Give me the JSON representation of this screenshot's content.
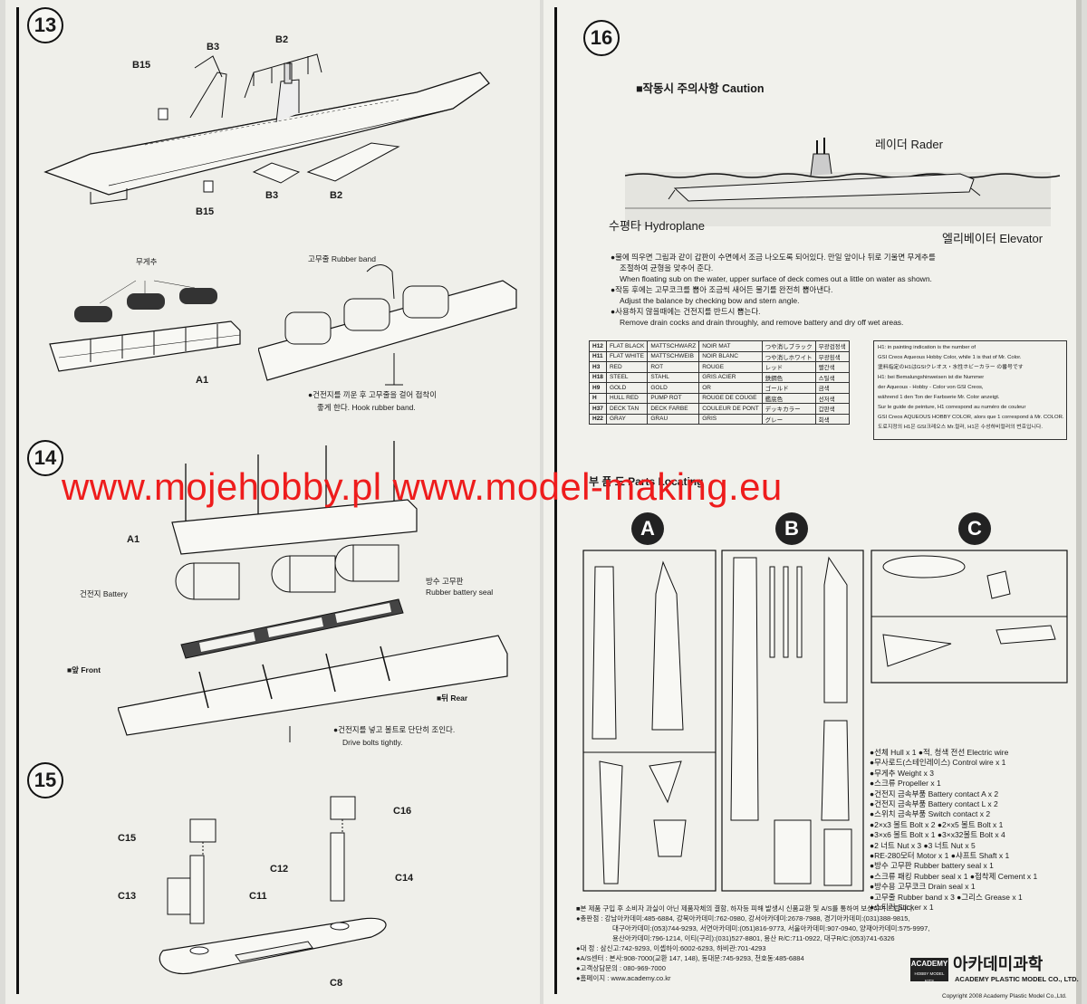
{
  "steps": {
    "s13": "13",
    "s14": "14",
    "s15": "15",
    "s16": "16"
  },
  "step13": {
    "labels": {
      "b3_top": "B3",
      "b2_top": "B2",
      "b15_top": "B15",
      "b15_bottom": "B15",
      "b3_bottom": "B3",
      "b2_bottom": "B2",
      "a1": "A1"
    },
    "weight_label": "무게추",
    "rubber_band_label": "고무줄 Rubber band",
    "note_line1": "●건전지를 끼운 후 고무줄을 걸어 접착이",
    "note_line2": "좋게 한다. Hook rubber band."
  },
  "step14": {
    "a1": "A1",
    "battery": "건전지 Battery",
    "seal_line1": "방수 고무판",
    "seal_line2": "Rubber battery seal",
    "front": "■앞 Front",
    "rear": "■뒤 Rear",
    "note_line1": "●건전지를 넣고 볼트로 단단히 조인다.",
    "note_line2": "Drive bolts tightly."
  },
  "step15": {
    "c15": "C15",
    "c16": "C16",
    "c12": "C12",
    "c14": "C14",
    "c13": "C13",
    "c11": "C11",
    "c8": "C8"
  },
  "step16": {
    "caution": "■작동시 주의사항 Caution",
    "rader": "레이더 Rader",
    "hydroplane": "수평타 Hydroplane",
    "elevator": "엘리베이터 Elevator",
    "notes": [
      "●물에 띄우면 그림과 같이 갑판이 수면에서 조금 나오도록 되어있다. 만일 앞이나 뒤로 기울면 무게추를",
      "조절하여 균형을 맞추어 준다.",
      "When floating sub on the water, upper surface of deck comes out a little on water as shown.",
      "●작동 후에는 고무코크를 뽑아 조금씩 새어든 물기를 완전히 뽑아낸다.",
      "Adjust the balance by checking bow and stern angle.",
      "●사용하지 않을때에는 건전지를 반드시 뽑는다.",
      "Remove drain cocks and drain throughly, and remove battery and dry off wet areas."
    ]
  },
  "colors_table": [
    [
      "H12",
      "FLAT BLACK",
      "MATTSCHWARZ",
      "NOIR MAT",
      "つや消しブラック",
      "무광검정색"
    ],
    [
      "H11",
      "FLAT WHITE",
      "MATTSCHWEIB",
      "NOIR BLANC",
      "つや消しホワイト",
      "무광흰색"
    ],
    [
      "H3",
      "RED",
      "ROT",
      "ROUGE",
      "レッド",
      "빨간색"
    ],
    [
      "H18",
      "STEEL",
      "STAHL",
      "GRIS ACIER",
      "鉄鋼色",
      "스틸색"
    ],
    [
      "H9",
      "GOLD",
      "GOLD",
      "OR",
      "ゴールド",
      "금색"
    ],
    [
      "H",
      "HULL RED",
      "PUMP ROT",
      "ROUGE DE COUGE",
      "艦底色",
      "선저색"
    ],
    [
      "H37",
      "DECK TAN",
      "DECK FARBE",
      "COULEUR DE PONT",
      "デッキカラー",
      "갑판색"
    ],
    [
      "H22",
      "GRAY",
      "GRAU",
      "GRIS",
      "グレー",
      "회색"
    ]
  ],
  "legend_lines": [
    "H1: in painting indication is the number of",
    "GSI Creos Aqueous Hobby Color, while  1  is that of Mr. Color.",
    "塗料指定のH1はGSIクレオス・水性ホビーカラー の番号です",
    "H1: bei Bemalungshinweisen ist die Nummer",
    "der Aqueous - Hobby - Color von GSI Creos,",
    "während  1  den Ton der Farbserie Mr. Color anzeigt.",
    "Sur le guide de peinture, H1 correspond au numéro de couleur",
    "GSI Creos AQUEOUS HOBBY COLOR, alors que  1  correspond à Mr. COLOR.",
    "도료지정의 H1은 GSI크레오스 Mr.컬러, H1은 수성하비컬러의 번호입니다."
  ],
  "watermark": "www.mojehobby.pl www.model-making.eu",
  "parts_heading": "부 품 도 Parts Locating",
  "runner_letters": {
    "a": "A",
    "b": "B",
    "c": "C"
  },
  "parts_list": [
    "●선체 Hull x 1 ●적, 청색 전선 Electric wire",
    "●무사로드(스테인레이스) Control wire x 1",
    "●무게추 Weight x 3",
    "●스크류 Propeller x 1",
    "●건전지 금속부품 Battery contact A x 2",
    "●건전지 금속부품 Battery contact L x 2",
    "●스위치 금속부품 Switch contact x 2",
    "●2×x3 볼트 Bolt x 2 ●2×x5 볼트 Bolt x 1",
    "●3×x6 볼트 Bolt x 1 ●3×x32볼트 Bolt x 4",
    "●2 너트 Nut x 3 ●3 너트 Nut x 5",
    "●RE-280모터 Motor x 1 ●샤프트 Shaft x 1",
    "●방수 고무판 Rubber battery seal x 1",
    "●스크류 패킹 Rubber seal x 1 ●접착제 Cement x 1",
    "●방수용 고무코크 Drain seal x 1",
    "●고무줄 Rubber band x 3 ●그리스 Grease x 1",
    "●스티커 Sticker x 1"
  ],
  "footer_notes": [
    "■본 제품 구입 후 소비자 과실이 아닌 제품자체의 결함, 하자등 피해 발생시 신품교환 및 A/S를 통하여 보상하여 드립니다.",
    "●총판점 : 강남아카데미:485-6884, 강북아카데미:762-0980, 강서아카데미:2678-7988, 경기아카데미:(031)388-9815,",
    "대구아카데미:(053)744-9293, 서면아카데미:(051)816-9773, 서울아카데미:907-0940, 양재아카데미:575-9997,",
    "용산아카데미:796-1214, 이티(구리):(031)527-8801, 용산 R/C:711-0922, 대구R/C:(053)741-6326",
    "●대 정 : 삼신고:742-9293, 이셉하이:6002-6293, 하비관:701-4293",
    "●A/S센터 : 본사:908-7000(교환 147, 148), 동대문:745-9293, 천호동:485-6884",
    "●고객상담문의 : 080-969-7000",
    "●홈페이지 : www.academy.co.kr"
  ],
  "brand": {
    "logo": "ACADEMY",
    "logo_sub": "HOBBY MODEL KITS",
    "korean": "아카데미과학",
    "english": "ACADEMY PLASTIC MODEL CO., LTD.",
    "copyright": "Copyright 2008 Academy Plastic Model Co.,Ltd."
  }
}
